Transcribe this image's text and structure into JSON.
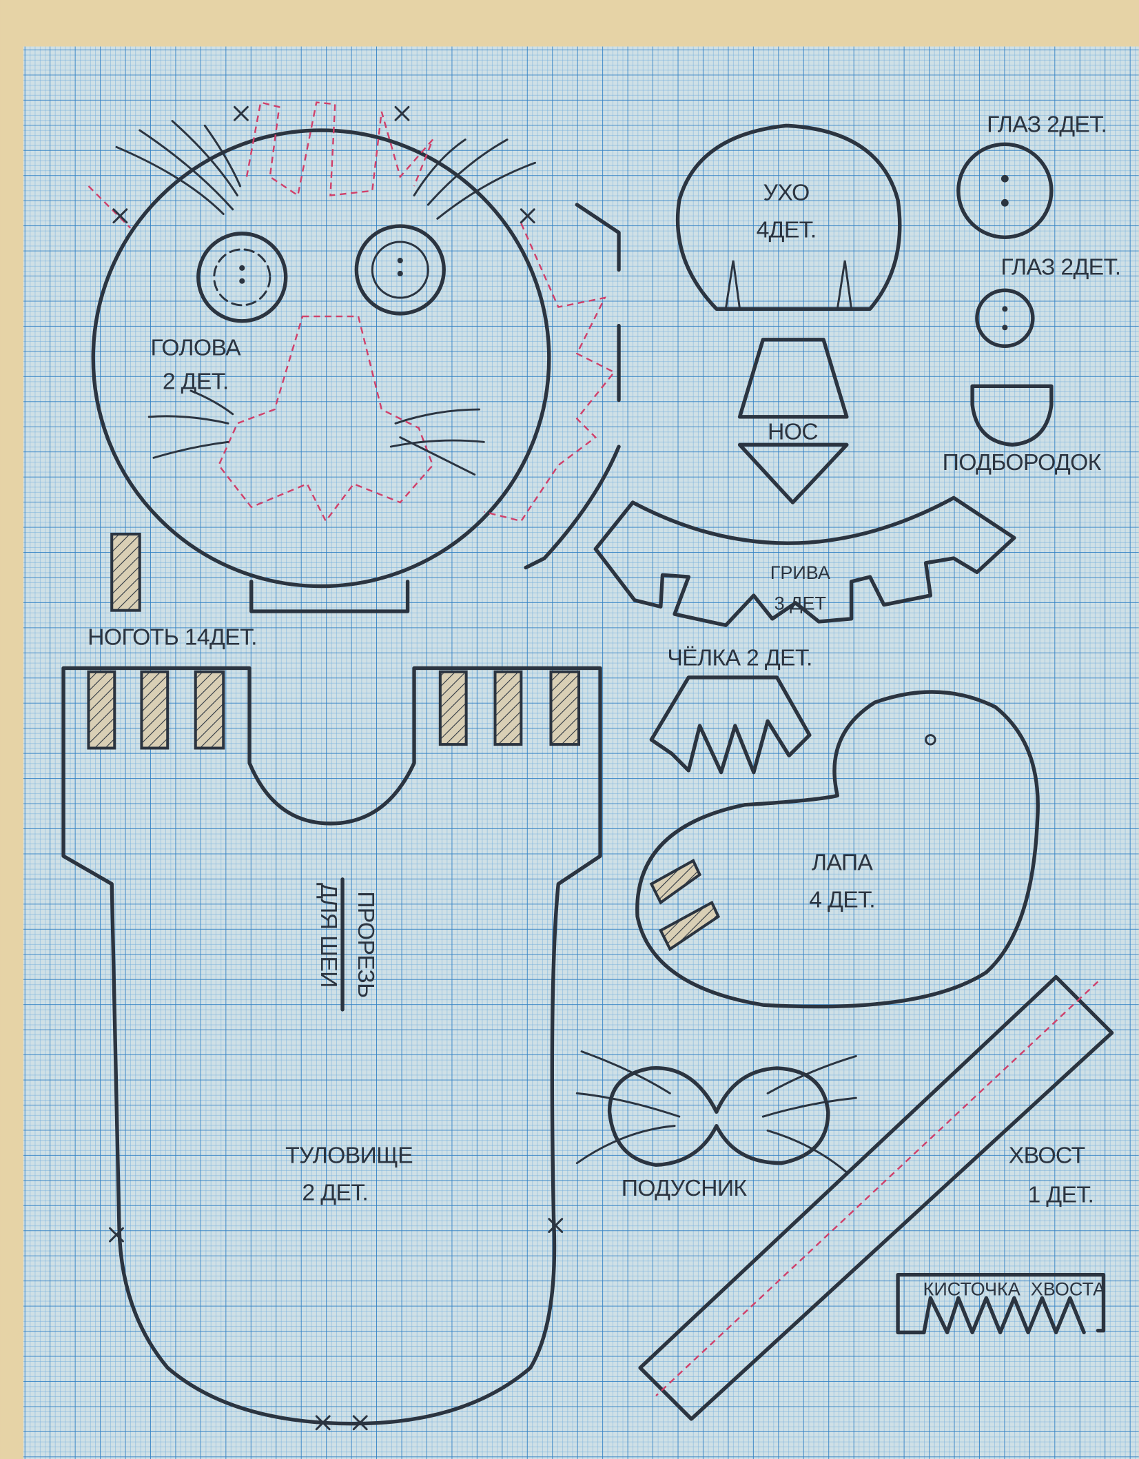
{
  "colors": {
    "paper": "#e6d3a6",
    "grid": "#3f8fd0",
    "outline": "#2b3440",
    "seam": "#d0406a"
  },
  "pieces": {
    "head": {
      "name": "ГОЛОВА",
      "count": "2 ДЕТ."
    },
    "ear": {
      "name": "УХО",
      "count": "4ДЕТ."
    },
    "eye_large": {
      "label": "ГЛАЗ 2ДЕТ."
    },
    "eye_small": {
      "label": "ГЛАЗ 2ДЕТ."
    },
    "nose": {
      "label": "НОС"
    },
    "chin": {
      "label": "ПОДБОРОДОК"
    },
    "mane": {
      "name": "ГРИВА",
      "count": "3 ДЕТ"
    },
    "claw": {
      "label": "НОГОТЬ 14ДЕТ."
    },
    "fringe": {
      "label": "ЧЁЛКА 2 ДЕТ."
    },
    "paw": {
      "name": "ЛАПА",
      "count": "4 ДЕТ."
    },
    "neck_slit": {
      "line1": "ПРОРЕЗЬ",
      "line2": "ДЛЯ ШЕИ"
    },
    "body": {
      "name": "ТУЛОВИЩЕ",
      "count": "2 ДЕТ."
    },
    "muzzle": {
      "label": "ПОДУСНИК"
    },
    "tail": {
      "name": "ХВОСТ",
      "count": "1 ДЕТ."
    },
    "tail_tassel": {
      "label": "КИСТОЧКА  ХВОСТА"
    }
  }
}
